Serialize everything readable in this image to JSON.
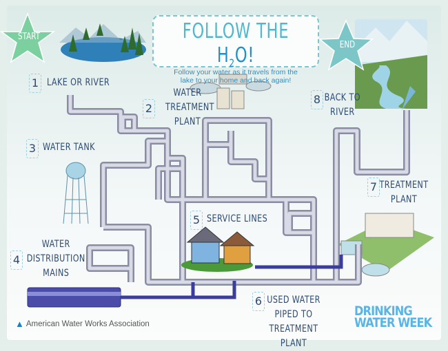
{
  "title": {
    "main": "Follow the ",
    "h": "H",
    "sub2": "2",
    "o": "O!",
    "subtitle": "Follow your water as it travels from the lake to your home and back again!"
  },
  "stars": {
    "start": "Start",
    "end": "End"
  },
  "steps": [
    {
      "number": "1",
      "lines": [
        "Lake or River"
      ]
    },
    {
      "number": "2",
      "lines": [
        "Water",
        "Treatment",
        "Plant"
      ]
    },
    {
      "number": "3",
      "lines": [
        "Water Tank"
      ]
    },
    {
      "number": "4",
      "lines": [
        "Water",
        "Distribution",
        "Mains"
      ]
    },
    {
      "number": "5",
      "lines": [
        "Service Lines"
      ]
    },
    {
      "number": "6",
      "lines": [
        "Used Water",
        "Piped to",
        "Treatment Plant"
      ]
    },
    {
      "number": "7",
      "lines": [
        "Treatment",
        "Plant"
      ]
    },
    {
      "number": "8",
      "lines": [
        "Back to",
        "River"
      ]
    }
  ],
  "footer": {
    "organization": "American Water Works Association",
    "logo_line1": "DRINKING",
    "logo_line2": "WATER WEEK"
  },
  "colors": {
    "pipe": "#9a9cb0",
    "used_water_pipe": "#3a3d9a",
    "label": "#2d4a72",
    "title": "#4fb8cc",
    "star": "#7ccf9e"
  }
}
